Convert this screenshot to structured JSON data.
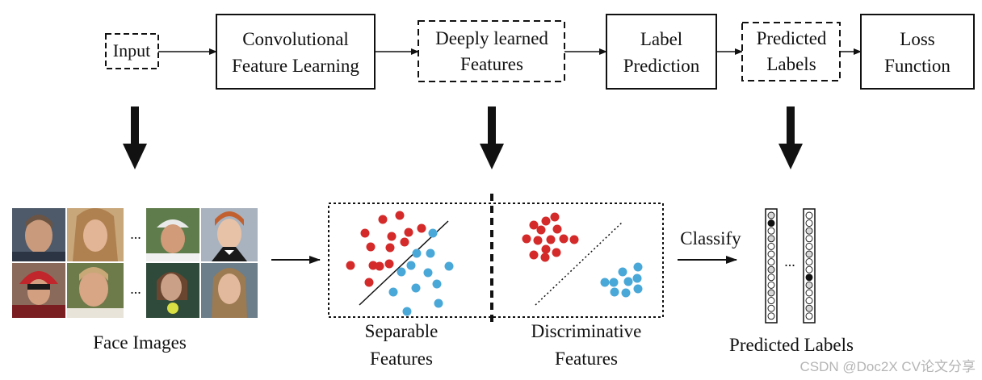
{
  "pipeline": {
    "input": "Input",
    "conv_line1": "Convolutional",
    "conv_line2": "Feature Learning",
    "deep_line1": "Deeply learned",
    "deep_line2": "Features",
    "label_line1": "Label",
    "label_line2": "Prediction",
    "pred_line1": "Predicted",
    "pred_line2": "Labels",
    "loss_line1": "Loss",
    "loss_line2": "Function"
  },
  "faces": {
    "caption": "Face Images",
    "ellipsis_top": "...",
    "ellipsis_bottom": "..."
  },
  "features": {
    "separable_line1": "Separable",
    "separable_line2": "Features",
    "discriminative_line1": "Discriminative",
    "discriminative_line2": "Features"
  },
  "classify": {
    "label": "Classify",
    "caption": "Predicted Labels",
    "ellipsis": "..."
  },
  "watermark": "CSDN @Doc2X CV论文分享",
  "colors": {
    "red_class": "#d42a2a",
    "blue_class": "#4aa8d8",
    "stroke": "#111111",
    "cell_fill": "#d9d9d9"
  }
}
